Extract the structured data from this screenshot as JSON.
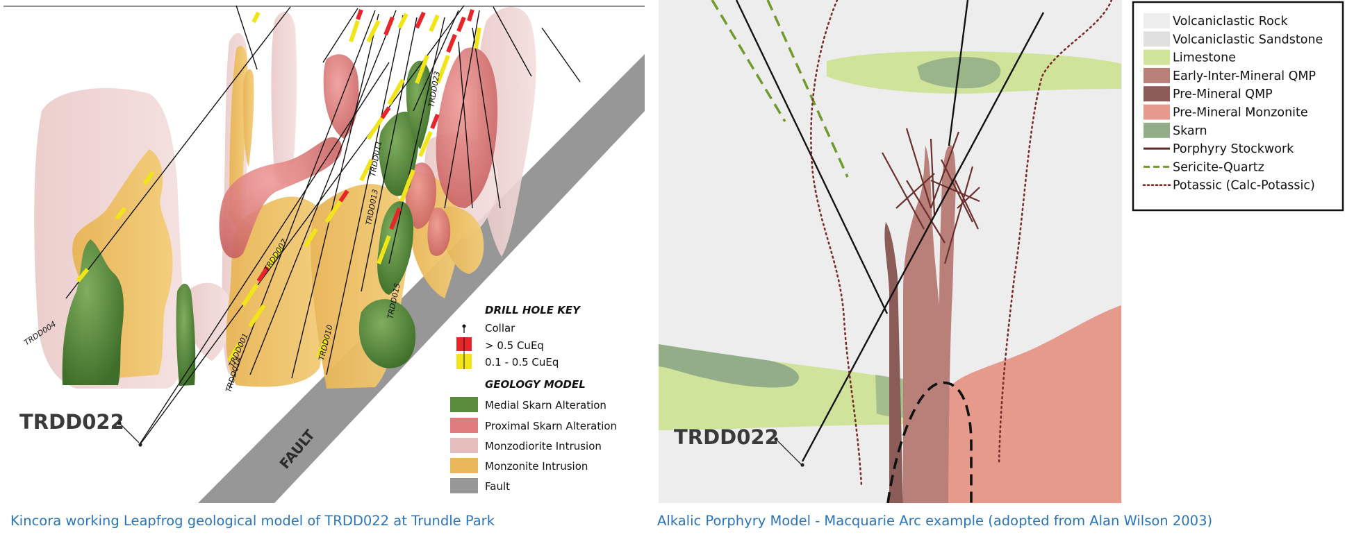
{
  "left_panel": {
    "caption": "Kincora working Leapfrog geological model of TRDD022 at Trundle Park",
    "featured_hole": "TRDD022",
    "fault_label": "FAULT",
    "hole_labels": [
      "TRDD004",
      "TRDD007",
      "TRDD001",
      "TRDD014",
      "TRDD010",
      "TRDD013",
      "TRDD011",
      "TRDD023",
      "TRDD015"
    ],
    "drill_hole_key": {
      "title": "DRILL HOLE KEY",
      "items": [
        {
          "label": "Collar",
          "symbol": "collar"
        },
        {
          "label": "> 0.5 CuEq",
          "color": "#e8262a"
        },
        {
          "label": "0.1 - 0.5 CuEq",
          "color": "#f1e51a"
        }
      ]
    },
    "geology_model": {
      "title": "GEOLOGY MODEL",
      "items": [
        {
          "label": "Medial Skarn Alteration",
          "color": "#5b8c3e"
        },
        {
          "label": "Proximal Skarn Alteration",
          "color": "#e07c7e"
        },
        {
          "label": "Monzodiorite Intrusion",
          "color": "#e4bdbd"
        },
        {
          "label": "Monzonite Intrusion",
          "color": "#eab85a"
        },
        {
          "label": "Fault",
          "color": "#979797"
        }
      ]
    }
  },
  "right_panel": {
    "caption": "Alkalic Porphyry Model - Macquarie Arc example (adopted from Alan Wilson 2003)",
    "featured_hole": "TRDD022",
    "legend": [
      {
        "label": "Volcaniclastic Rock",
        "swatch": "fill",
        "color": "#ededed"
      },
      {
        "label": "Volcaniclastic Sandstone",
        "swatch": "fill",
        "color": "#e0e0e0"
      },
      {
        "label": "Limestone",
        "swatch": "fill",
        "color": "#cfe39a"
      },
      {
        "label": "Early-Inter-Mineral QMP",
        "swatch": "fill",
        "color": "#b9807a"
      },
      {
        "label": "Pre-Mineral QMP",
        "swatch": "fill",
        "color": "#8a5b57"
      },
      {
        "label": "Pre-Mineral Monzonite",
        "swatch": "fill",
        "color": "#e59a8c"
      },
      {
        "label": "Skarn",
        "swatch": "fill",
        "color": "#92ad88"
      },
      {
        "label": "Porphyry Stockwork",
        "swatch": "solid",
        "color": "#5a2a28"
      },
      {
        "label": "Sericite-Quartz",
        "swatch": "dashed",
        "color": "#6f9a2c"
      },
      {
        "label": "Potassic (Calc-Potassic)",
        "swatch": "dotted",
        "color": "#7a2b2b"
      }
    ]
  },
  "colors": {
    "caption_blue": "#2a74b8",
    "fault_grey": "#979797",
    "panel_background": "#ededed"
  }
}
